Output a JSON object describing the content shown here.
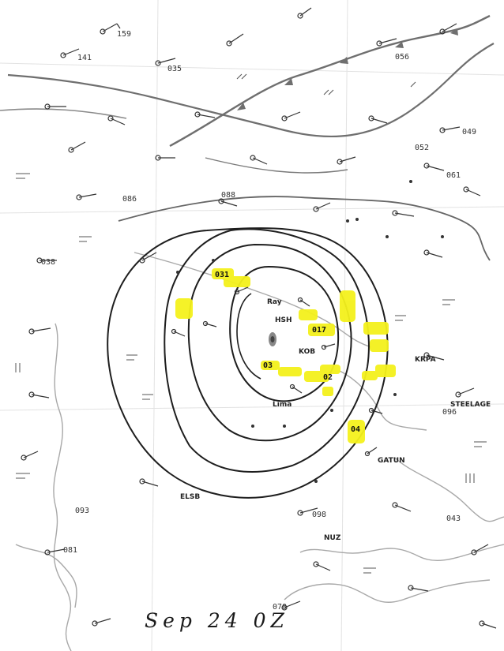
{
  "map": {
    "caption": "Sep 24 0Z",
    "colors": {
      "isobar": "#1e1e1e",
      "highlight": "#f4f11c",
      "coastline": "#a8a8a8",
      "front": "#777777",
      "ink": "#333333"
    },
    "highlighted_station_values": [
      "031",
      "017",
      "03",
      "02",
      "04"
    ],
    "station_labels": [
      "159",
      "141",
      "088",
      "093",
      "098",
      "081",
      "096",
      "070",
      "086",
      "038",
      "035",
      "061",
      "043",
      "052",
      "049",
      "056"
    ],
    "place_labels": [
      "KRPA",
      "ELSB",
      "NUZ",
      "GATUN",
      "STEELAGE",
      "Lima",
      "Ray",
      "HSH",
      "KOB"
    ]
  }
}
